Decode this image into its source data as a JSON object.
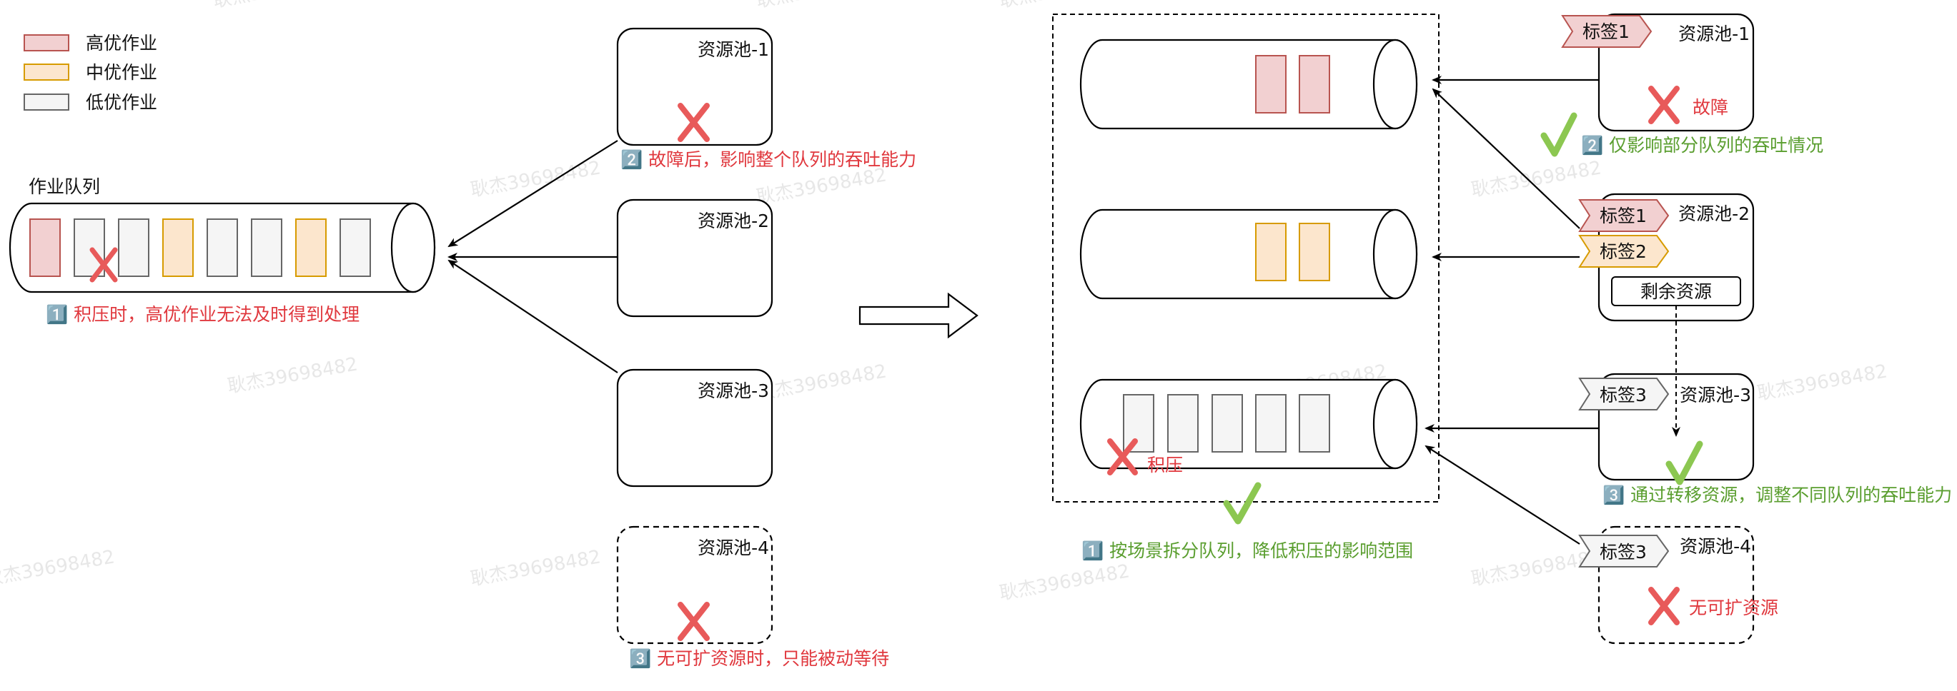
{
  "colors": {
    "high_fill": "#f2d0d1",
    "high_stroke": "#b85450",
    "mid_fill": "#fce6cd",
    "mid_stroke": "#d79b00",
    "low_fill": "#f5f5f5",
    "low_stroke": "#666666",
    "error": "#e0383e",
    "ok": "#5a9e2f",
    "check": "#8cc751"
  },
  "legend": {
    "high": "高优作业",
    "mid": "中优作业",
    "low": "低优作业"
  },
  "left": {
    "queue_title": "作业队列",
    "queue_items": [
      "high",
      "low",
      "low",
      "mid",
      "low",
      "low",
      "mid",
      "low"
    ],
    "note_backlog": "1️⃣ 积压时，高优作业无法及时得到处理",
    "pools": [
      "资源池-1",
      "资源池-2",
      "资源池-3",
      "资源池-4"
    ],
    "note_failure": "2️⃣ 故障后，影响整个队列的吞吐能力",
    "note_no_expand": "3️⃣ 无可扩资源时，只能被动等待"
  },
  "right": {
    "pools": [
      "资源池-1",
      "资源池-2",
      "资源池-3",
      "资源池-4"
    ],
    "tags": {
      "tag1": "标签1",
      "tag2": "标签2",
      "tag3": "标签3"
    },
    "failure_label": "故障",
    "spare_label": "剩余资源",
    "backlog_label": "积压",
    "no_expand_label": "无可扩资源",
    "note_scene": "1️⃣ 按场景拆分队列，降低积压的影响范围",
    "note_partial": "2️⃣ 仅影响部分队列的吞吐情况",
    "note_transfer": "3️⃣ 通过转移资源，调整不同队列的吞吐能力"
  },
  "watermark": "耿杰39698482",
  "icons": {
    "cross": "cross-icon",
    "check": "check-icon",
    "arrow": "transform-arrow-icon"
  }
}
